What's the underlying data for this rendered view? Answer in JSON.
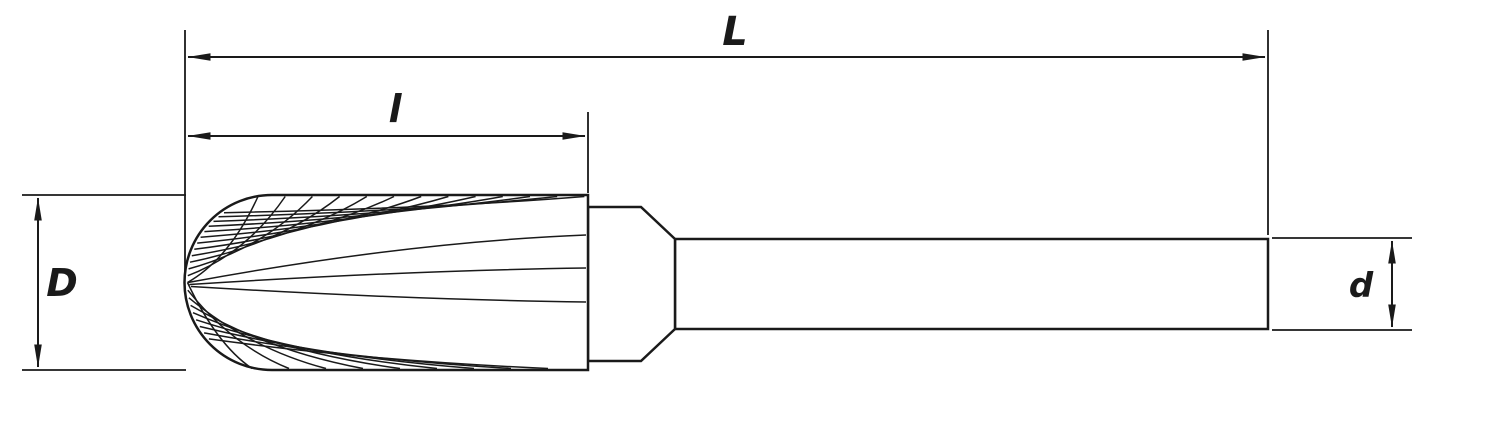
{
  "labels": {
    "overall_length": "L",
    "cut_length": "l",
    "head_diameter": "D",
    "shank_diameter": "d"
  },
  "colors": {
    "line": "#1a1a1a",
    "background": "#ffffff"
  }
}
